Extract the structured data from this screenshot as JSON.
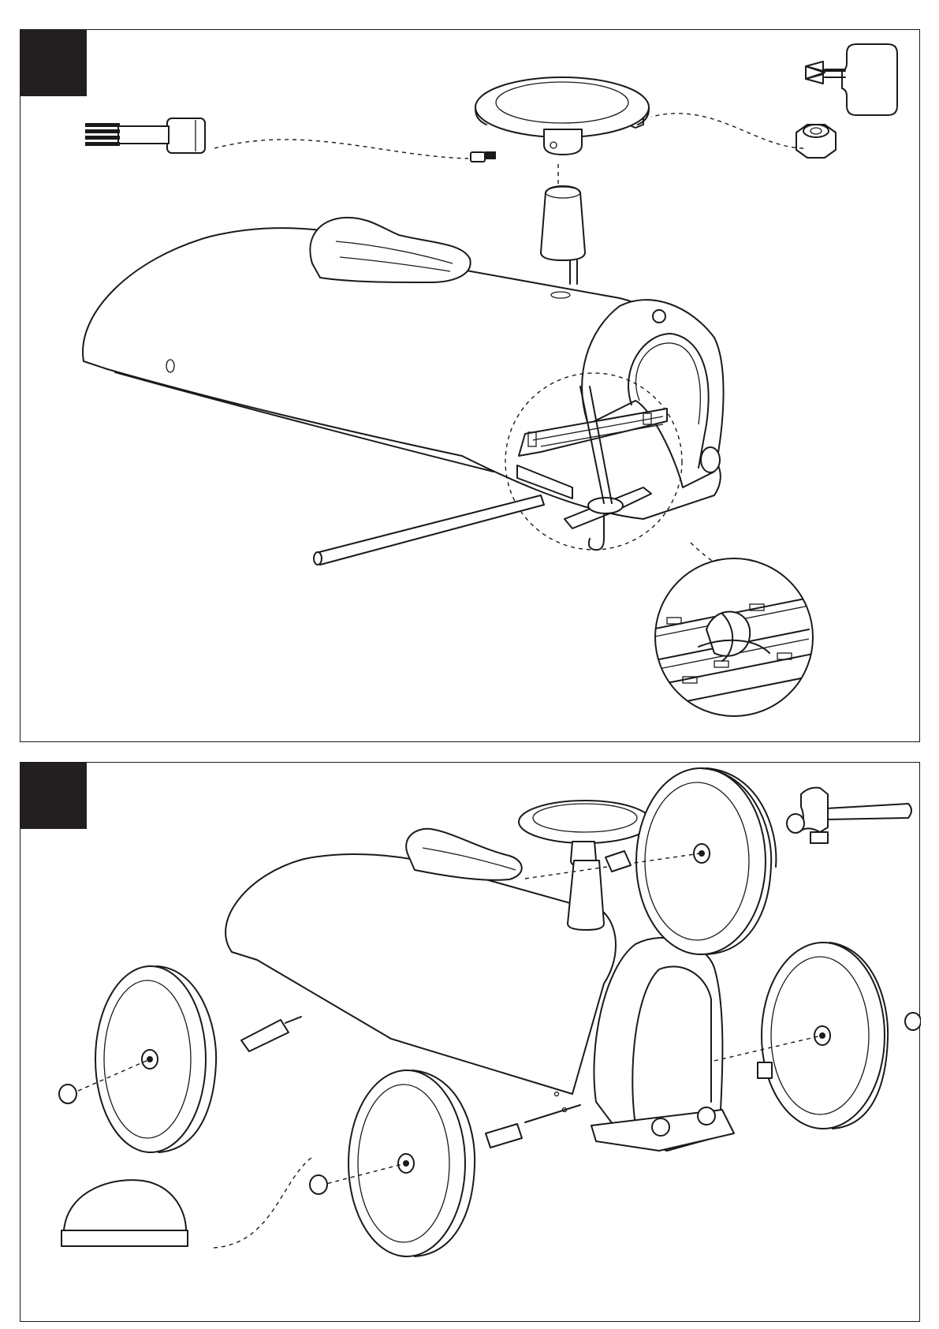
{
  "steps": [
    {
      "number": "",
      "tools": [
        "screwdriver-icon"
      ],
      "parts": [
        "shoulder-bolt",
        "lock-nut",
        "steering-wheel",
        "steering-column-sleeve"
      ]
    },
    {
      "number": "",
      "tools": [
        "hammer-icon"
      ],
      "parts": [
        "wheel",
        "axle-cap",
        "axle",
        "spacer"
      ]
    }
  ],
  "colors": {
    "ink": "#1a1a1a",
    "step_block": "#231f20",
    "background": "#ffffff"
  }
}
